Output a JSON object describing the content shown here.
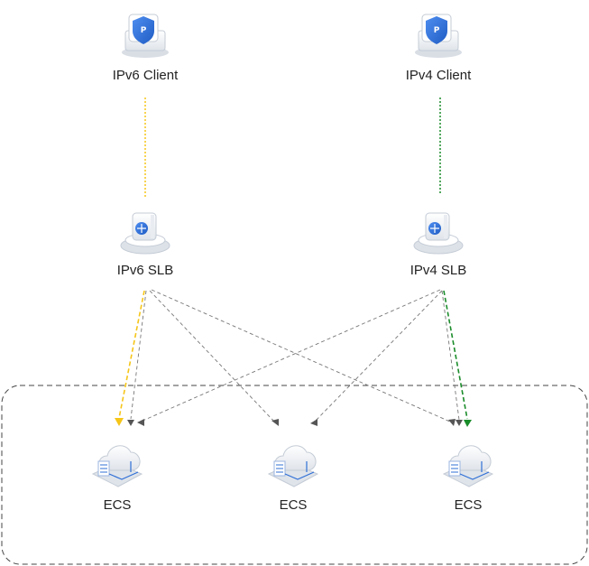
{
  "nodes": {
    "ipv6_client": {
      "label": "IPv6 Client",
      "icon": "client-shield-icon"
    },
    "ipv4_client": {
      "label": "IPv4 Client",
      "icon": "client-shield-icon"
    },
    "ipv6_slb": {
      "label": "IPv6 SLB",
      "icon": "load-balancer-icon"
    },
    "ipv4_slb": {
      "label": "IPv4 SLB",
      "icon": "load-balancer-icon"
    },
    "ecs_1": {
      "label": "ECS",
      "icon": "cloud-server-icon"
    },
    "ecs_2": {
      "label": "ECS",
      "icon": "cloud-server-icon"
    },
    "ecs_3": {
      "label": "ECS",
      "icon": "cloud-server-icon"
    }
  },
  "edges": [
    {
      "from": "ipv6_client",
      "to": "ipv6_slb",
      "color": "#f5c518",
      "style": "dotted"
    },
    {
      "from": "ipv4_client",
      "to": "ipv4_slb",
      "color": "#1a8c2a",
      "style": "dotted"
    },
    {
      "from": "ipv6_slb",
      "to": "ecs_1",
      "color": "#f5c518",
      "style": "dashed"
    },
    {
      "from": "ipv6_slb",
      "to": "ecs_1",
      "color": "#666666",
      "style": "dashed"
    },
    {
      "from": "ipv6_slb",
      "to": "ecs_2",
      "color": "#666666",
      "style": "dashed"
    },
    {
      "from": "ipv6_slb",
      "to": "ecs_3",
      "color": "#666666",
      "style": "dashed"
    },
    {
      "from": "ipv4_slb",
      "to": "ecs_1",
      "color": "#666666",
      "style": "dashed"
    },
    {
      "from": "ipv4_slb",
      "to": "ecs_2",
      "color": "#666666",
      "style": "dashed"
    },
    {
      "from": "ipv4_slb",
      "to": "ecs_3",
      "color": "#666666",
      "style": "dashed"
    },
    {
      "from": "ipv4_slb",
      "to": "ecs_3",
      "color": "#1a8c2a",
      "style": "dashed"
    }
  ],
  "colors": {
    "ipv6_path": "#f5c518",
    "ipv4_path": "#1a8c2a",
    "internal_path": "#666666",
    "icon_blue": "#2f6fd6",
    "group_border": "#444444"
  },
  "group": {
    "name": "ecs-group",
    "style": "dashed"
  }
}
